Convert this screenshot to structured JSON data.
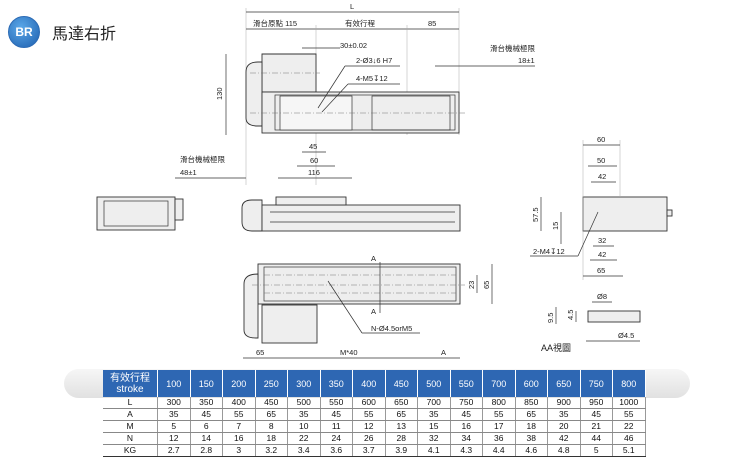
{
  "header": {
    "logo_text": "BR",
    "title": "馬達右折"
  },
  "drawing": {
    "top_view": {
      "L": "L",
      "origin": "滑台原點 115",
      "stroke": "有效行程",
      "end": "85",
      "pin": "30±0.02",
      "hole1": "2-Ø3↓6 H7",
      "hole2": "4-M5↧12",
      "limit_right_label": "滑台機械極限",
      "limit_right_value": "18±1",
      "height": "130",
      "d45": "45",
      "d60": "60",
      "d116": "116",
      "limit_left_label": "滑台機械極限",
      "limit_left_value": "48±1"
    },
    "end_view": {
      "w60": "60",
      "w50": "50",
      "w42a": "42",
      "h57": "57.5",
      "h15": "15",
      "hole": "2-M4↧12",
      "w32": "32",
      "w42b": "42",
      "w65": "65"
    },
    "bottom_view": {
      "sectionA": "A",
      "sectionA2": "A",
      "d23": "23",
      "d65v": "65",
      "holes": "N-Ø4.5orM5",
      "d65": "65",
      "pitch": "M*40",
      "dA": "A"
    },
    "aa_view": {
      "d8": "Ø8",
      "h95": "9.5",
      "h45": "4.5",
      "d45": "Ø4.5",
      "label": "AA視圖"
    }
  },
  "table": {
    "header_cn": "有效行程",
    "header_en": "stroke",
    "strokes": [
      "100",
      "150",
      "200",
      "250",
      "300",
      "350",
      "400",
      "450",
      "500",
      "550",
      "700",
      "600",
      "650",
      "750",
      "800"
    ],
    "rows": [
      {
        "label": "L",
        "values": [
          "300",
          "350",
          "400",
          "450",
          "500",
          "550",
          "600",
          "650",
          "700",
          "750",
          "800",
          "850",
          "900",
          "950",
          "1000"
        ]
      },
      {
        "label": "A",
        "values": [
          "35",
          "45",
          "55",
          "65",
          "35",
          "45",
          "55",
          "65",
          "35",
          "45",
          "55",
          "65",
          "35",
          "45",
          "55"
        ]
      },
      {
        "label": "M",
        "values": [
          "5",
          "6",
          "7",
          "8",
          "10",
          "11",
          "12",
          "13",
          "15",
          "16",
          "17",
          "18",
          "20",
          "21",
          "22"
        ]
      },
      {
        "label": "N",
        "values": [
          "12",
          "14",
          "16",
          "18",
          "22",
          "24",
          "26",
          "28",
          "32",
          "34",
          "36",
          "38",
          "42",
          "44",
          "46"
        ]
      },
      {
        "label": "KG",
        "values": [
          "2.7",
          "2.8",
          "3",
          "3.2",
          "3.4",
          "3.6",
          "3.7",
          "3.9",
          "4.1",
          "4.3",
          "4.4",
          "4.6",
          "4.8",
          "5",
          "5.1"
        ]
      }
    ]
  }
}
